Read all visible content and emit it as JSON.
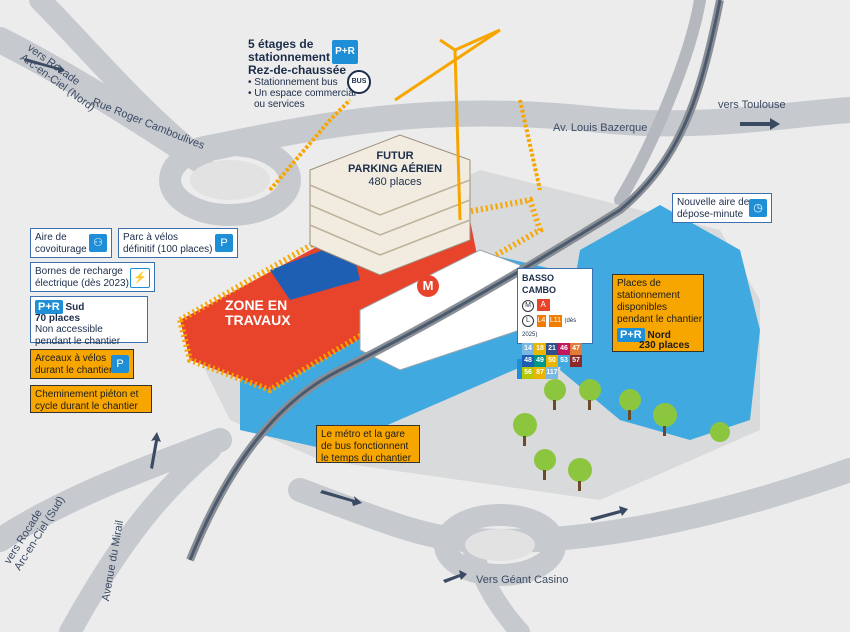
{
  "roads": {
    "rocade_nord": "vers Rocade\nArc-en-Ciel (Nord)",
    "roger": "Rue Roger Camboulives",
    "toulouse": "vers Toulouse",
    "bazerque": "Av. Louis Bazerque",
    "rocade_sud": "vers Rocade\nArc-en-Ciel (Sud)",
    "mirail": "Avenue du Mirail",
    "geant": "Vers Géant Casino"
  },
  "parking_tower": {
    "title1": "5 étages de",
    "title2": "stationnement",
    "title3": "Rez-de-chaussée",
    "bullet1": "• Stationnement bus",
    "bullet2": "• Un espace commercial",
    "bullet3": "ou services",
    "pr": "P+R",
    "bus": "BUS"
  },
  "futur": {
    "line1": "FUTUR",
    "line2": "PARKING AÉRIEN",
    "line3": "480 places"
  },
  "zone": {
    "line1": "ZONE EN",
    "line2": "TRAVAUX"
  },
  "legend": {
    "covoiturage": "Aire de\ncovoiturage",
    "velos": "Parc à vélos\ndéfinitif (100 places)",
    "recharge": "Bornes de recharge\nélectrique (dès 2023)",
    "sud_title": "Sud",
    "sud_places": "70 places",
    "sud_note1": "Non accessible",
    "sud_note2": "pendant le chantier",
    "arceaux": "Arceaux à vélos\ndurant le chantier",
    "cheminement": "Cheminement piéton et\ncycle durant le chantier",
    "pr": "P+R"
  },
  "station": {
    "name": "BASSO CAMBO",
    "metro": "M",
    "line_a": "A",
    "linebus": "L",
    "l4": "L4",
    "l11": "L11",
    "lnote": "(dès 2025)",
    "bus_lines": [
      "14",
      "18",
      "21",
      "46",
      "47",
      "48",
      "49",
      "50",
      "53",
      "57",
      "56",
      "87",
      "117"
    ]
  },
  "nord": {
    "text": "Places de\nstationnement\ndisponibles\npendant le chantier",
    "pr": "P+R",
    "title": "Nord",
    "places": "230 places"
  },
  "depose": "Nouvelle aire de\ndépose-minute",
  "metro_box": "Le métro et la gare\nde bus fonctionnent\nle temps du chantier",
  "colors": {
    "road": "#c6c9ce",
    "lightblue": "#3fa9e0",
    "darkblue": "#1e5fb4",
    "red": "#e8442c",
    "orange": "#f7a600",
    "tree": "#8cc63f"
  }
}
